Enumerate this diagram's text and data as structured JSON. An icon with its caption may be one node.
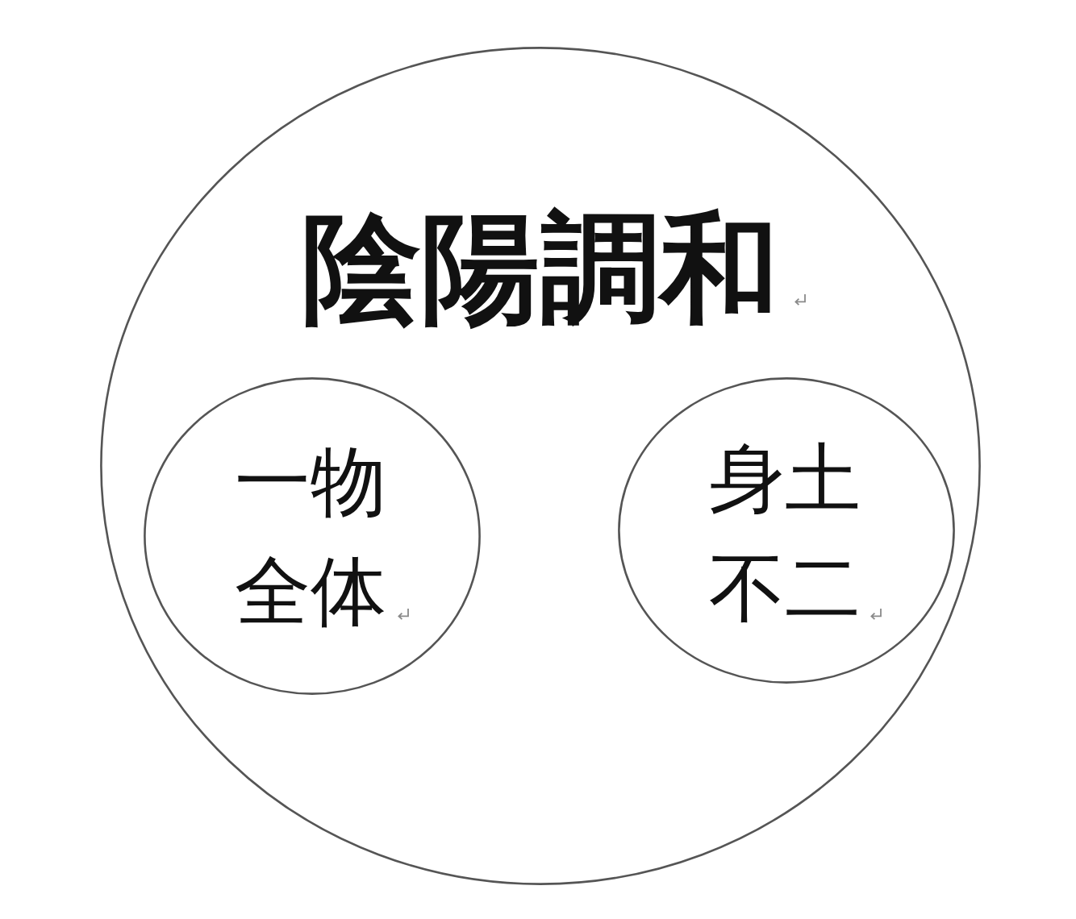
{
  "diagram": {
    "nodes": [
      {
        "text": [
          "陰陽調和"
        ]
      },
      {
        "text": [
          "一物全体"
        ],
        "in": 0
      },
      {
        "text": [
          "身土不二"
        ],
        "in": 0
      }
    ]
  }
}
